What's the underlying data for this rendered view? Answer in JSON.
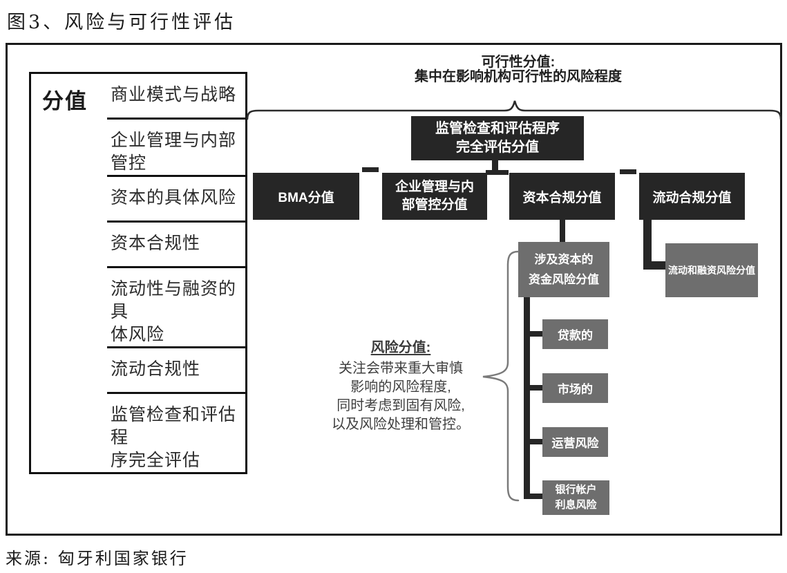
{
  "colors": {
    "box_dark": "#262626",
    "box_gray": "#6e6e6e",
    "line": "#262626",
    "brace": "#7a7a7a"
  },
  "title": "图3、风险与可行性评估",
  "source": "来源: 匈牙利国家银行",
  "score_table": {
    "header": "分值",
    "rows": [
      {
        "label": "商业模式与战略"
      },
      {
        "label": "企业管理与内部\n管控"
      },
      {
        "label": "资本的具体风险"
      },
      {
        "label": "资本合规性"
      },
      {
        "label": "流动性与融资的具\n体风险"
      },
      {
        "label": "流动合规性"
      },
      {
        "label": "监管检查和评估程\n序完全评估"
      }
    ]
  },
  "feasibility": {
    "heading": "可行性分值:\n集中在影响机构可行性的风险程度"
  },
  "sreb_box": {
    "label": "监管检查和评估程序\n完全评估分值"
  },
  "score_row": [
    {
      "label": "BMA分值"
    },
    {
      "label": "企业管理与内\n部管控分值"
    },
    {
      "label": "资本合规分值"
    },
    {
      "label": "流动合规分值"
    }
  ],
  "capital_branch": {
    "funds_risk_box": "涉及资本的\n资金风险分值"
  },
  "liquidity_branch": {
    "funding_risk_box": "流动和融资风险分值"
  },
  "risk_items": [
    {
      "label": "贷款的"
    },
    {
      "label": "市场的"
    },
    {
      "label": "运营风险"
    },
    {
      "label": "银行帐户\n利息风险"
    }
  ],
  "risk_note": {
    "heading": "风险分值:",
    "lines": "关注会带来重大审慎\n影响的风险程度,\n同时考虑到固有风险,\n以及风险处理和管控。"
  }
}
